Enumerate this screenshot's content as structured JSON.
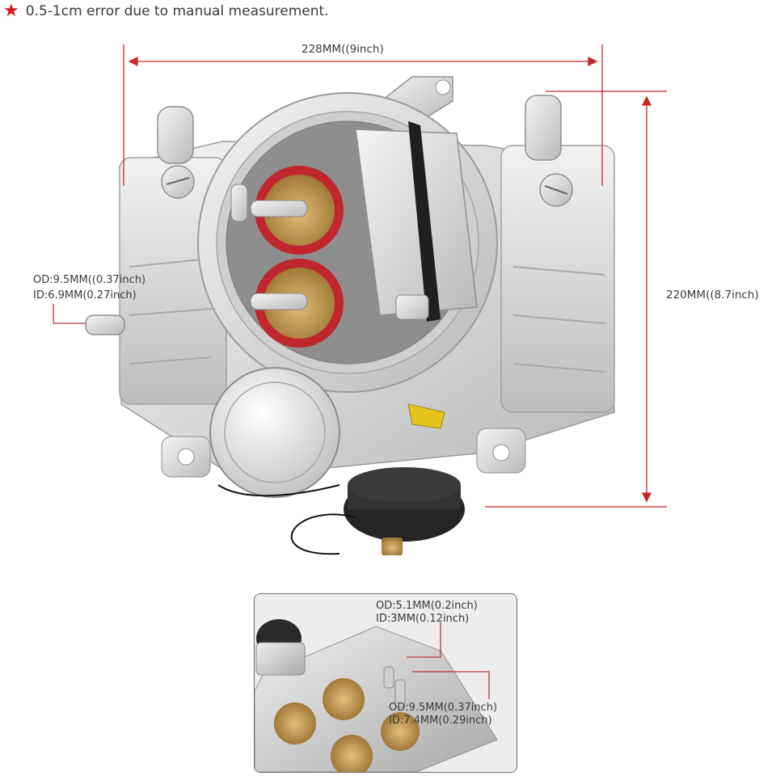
{
  "note": {
    "icon": "star-icon",
    "text": "0.5-1cm error due to manual measurement."
  },
  "dimensions": {
    "width_label": "228MM((9inch)",
    "height_label": "220MM((8.7inch)"
  },
  "left_fitting": {
    "od": "OD:9.5MM((0.37inch)",
    "id": "ID:6.9MM(0.27inch)"
  },
  "inset": {
    "fitting_small": {
      "od": "OD:5.1MM(0.2inch)",
      "id": "ID:3MM(0.12inch)"
    },
    "fitting_large": {
      "od": "OD:9.5MM(0.37inch)",
      "id": "ID:7.4MM(0.29inch)"
    }
  },
  "colors": {
    "dimension_line": "#c62828",
    "leader_line": "#b23a3a",
    "aluminum": "#d9d9d9",
    "brass": "#c9a25a",
    "gasket_red": "#c0262e"
  }
}
